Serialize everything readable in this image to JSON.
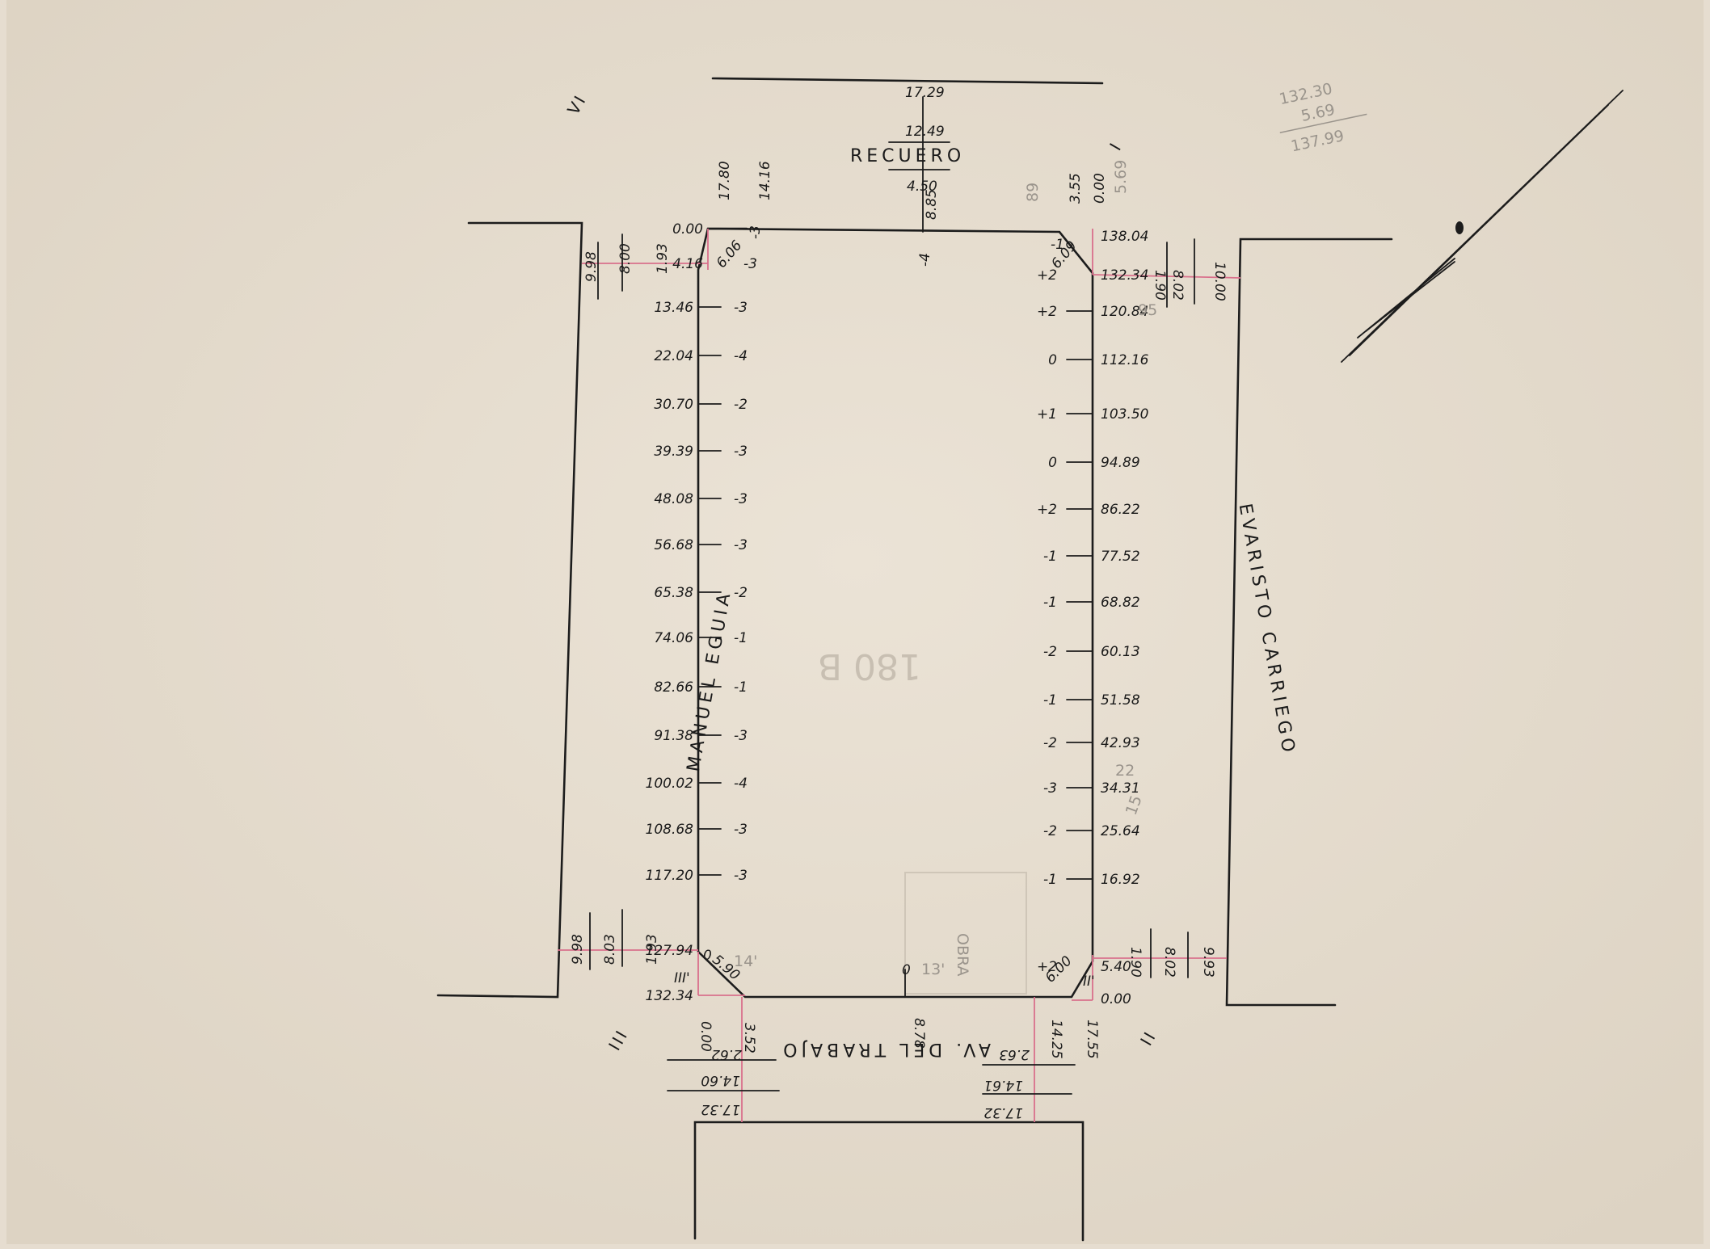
{
  "streets": {
    "top": "RECUERO",
    "left": "MANUEL EGUIA",
    "right": "EVARISTO CARRIEGO",
    "bottom": "AV. DEL TRABAJO"
  },
  "roman": {
    "top_left": "VI",
    "top_right": "I",
    "bottom_left": "III",
    "bottom_right": "II",
    "corner_III": "III'",
    "corner_II": "II'"
  },
  "top": {
    "width": "17.29",
    "parts": [
      "12.49",
      "4.50"
    ],
    "mid": "8.85",
    "mid_level": "-4",
    "left_a": "17.80",
    "left_b": "14.16",
    "right_a": "3.55",
    "right_b": "0.00",
    "pencil": [
      "5.69",
      "89"
    ]
  },
  "left_side": {
    "chain": [
      {
        "d": "0.00",
        "lv": ""
      },
      {
        "d": "4.16",
        "lv": "-3"
      },
      {
        "d": "13.46",
        "lv": "-3"
      },
      {
        "d": "22.04",
        "lv": "-4"
      },
      {
        "d": "30.70",
        "lv": "-2"
      },
      {
        "d": "39.39",
        "lv": "-3"
      },
      {
        "d": "48.08",
        "lv": "-3"
      },
      {
        "d": "56.68",
        "lv": "-3"
      },
      {
        "d": "65.38",
        "lv": "-2"
      },
      {
        "d": "74.06",
        "lv": "-1"
      },
      {
        "d": "82.66",
        "lv": "-1"
      },
      {
        "d": "91.38",
        "lv": "-3"
      },
      {
        "d": "100.02",
        "lv": "-4"
      },
      {
        "d": "108.68",
        "lv": "-3"
      },
      {
        "d": "117.20",
        "lv": "-3"
      },
      {
        "d": "127.94",
        "lv": ""
      },
      {
        "d": "132.34",
        "lv": ""
      }
    ],
    "chamfer_top": "6.06",
    "chamfer_top_lv": "-3",
    "offsets_top": [
      "9.98",
      "8.00",
      "1.93"
    ],
    "offsets_bottom": [
      "9.98",
      "8.03",
      "1.93"
    ],
    "chamfer_bottom": "5.90",
    "chamfer_bottom_lv": "0"
  },
  "right_side": {
    "chain": [
      {
        "d": "138.04",
        "lv": ""
      },
      {
        "d": "132.34",
        "lv": "+2"
      },
      {
        "d": "120.84",
        "lv": "+2"
      },
      {
        "d": "112.16",
        "lv": "0"
      },
      {
        "d": "103.50",
        "lv": "+1"
      },
      {
        "d": "94.89",
        "lv": "0"
      },
      {
        "d": "86.22",
        "lv": "+2"
      },
      {
        "d": "77.52",
        "lv": "-1"
      },
      {
        "d": "68.82",
        "lv": "-1"
      },
      {
        "d": "60.13",
        "lv": "-2"
      },
      {
        "d": "51.58",
        "lv": "-1"
      },
      {
        "d": "42.93",
        "lv": "-2"
      },
      {
        "d": "34.31",
        "lv": "-3"
      },
      {
        "d": "25.64",
        "lv": "-2"
      },
      {
        "d": "16.92",
        "lv": "-1"
      },
      {
        "d": "5.40",
        "lv": "+2"
      },
      {
        "d": "0.00",
        "lv": ""
      }
    ],
    "chamfer_top": "6.09",
    "chamfer_top_lv": "-1",
    "offsets_top": [
      "1.90",
      "8.02",
      "10.00"
    ],
    "offsets_bottom": [
      "1.90",
      "8.02",
      "9.93"
    ],
    "chamfer_bottom": "6.00",
    "pencil": [
      "95",
      "22",
      "15"
    ]
  },
  "bottom": {
    "left_vals": [
      "0.00",
      "3.52",
      "2.62",
      "14.60",
      "17.32"
    ],
    "mid": "8.78",
    "mid_level": "0",
    "right_vals": [
      "14.25",
      "17.55",
      "2.63",
      "14.61",
      "17.32"
    ],
    "pencil": [
      "14'",
      "13'"
    ]
  },
  "corner_note": {
    "a": "132.30",
    "b": "5.69",
    "c": "137.99"
  },
  "faint": {
    "stamp": "180 B",
    "obra": "OBRA"
  }
}
